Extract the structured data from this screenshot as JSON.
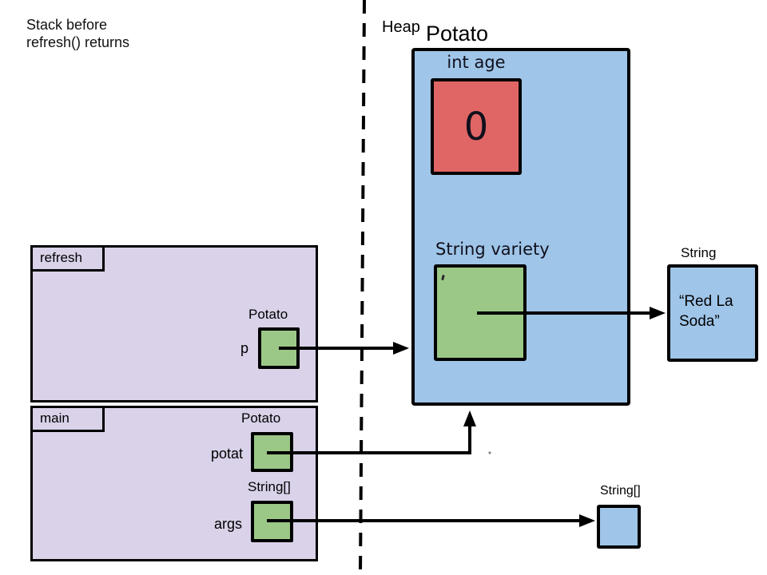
{
  "caption": {
    "line1": "Stack before",
    "line2": "refresh() returns"
  },
  "heap": {
    "label": "Heap",
    "potato": {
      "title": "Potato",
      "age_field": {
        "label": "int age",
        "value": "0"
      },
      "variety_field": {
        "label": "String variety"
      }
    },
    "string": {
      "title": "String",
      "value_line1": "“Red La",
      "value_line2": "Soda”"
    },
    "string_array": {
      "title": "String[]"
    }
  },
  "stack": {
    "frames": [
      {
        "name": "refresh",
        "vars": [
          {
            "type": "Potato",
            "name": "p"
          }
        ]
      },
      {
        "name": "main",
        "vars": [
          {
            "type": "Potato",
            "name": "potat"
          },
          {
            "type": "String[]",
            "name": "args"
          }
        ]
      }
    ]
  },
  "colors": {
    "heap_object_fill": "#9fc5e8",
    "stack_frame_fill": "#d9d2e9",
    "reference_box_fill": "#9bc886",
    "primitive_box_fill": "#e06666",
    "line": "#000000",
    "background": "#ffffff"
  }
}
